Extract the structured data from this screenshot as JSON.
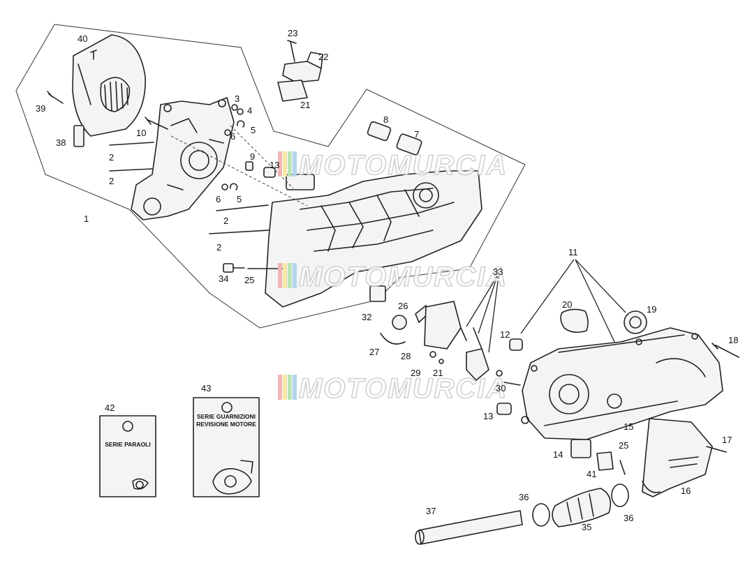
{
  "callouts": [
    {
      "id": "c1",
      "text": "1"
    },
    {
      "id": "c2a",
      "text": "2"
    },
    {
      "id": "c2b",
      "text": "2"
    },
    {
      "id": "c2c",
      "text": "2"
    },
    {
      "id": "c2d",
      "text": "2"
    },
    {
      "id": "c3",
      "text": "3"
    },
    {
      "id": "c4",
      "text": "4"
    },
    {
      "id": "c5a",
      "text": "5"
    },
    {
      "id": "c5b",
      "text": "5"
    },
    {
      "id": "c6a",
      "text": "6"
    },
    {
      "id": "c6b",
      "text": "6"
    },
    {
      "id": "c7",
      "text": "7"
    },
    {
      "id": "c8",
      "text": "8"
    },
    {
      "id": "c9",
      "text": "9"
    },
    {
      "id": "c10",
      "text": "10"
    },
    {
      "id": "c11",
      "text": "11"
    },
    {
      "id": "c12",
      "text": "12"
    },
    {
      "id": "c13a",
      "text": "13"
    },
    {
      "id": "c13b",
      "text": "13"
    },
    {
      "id": "c14",
      "text": "14"
    },
    {
      "id": "c15",
      "text": "15"
    },
    {
      "id": "c16",
      "text": "16"
    },
    {
      "id": "c17",
      "text": "17"
    },
    {
      "id": "c18",
      "text": "18"
    },
    {
      "id": "c19",
      "text": "19"
    },
    {
      "id": "c20",
      "text": "20"
    },
    {
      "id": "c21a",
      "text": "21"
    },
    {
      "id": "c21b",
      "text": "21"
    },
    {
      "id": "c22",
      "text": "22"
    },
    {
      "id": "c23",
      "text": "23"
    },
    {
      "id": "c25a",
      "text": "25"
    },
    {
      "id": "c25b",
      "text": "25"
    },
    {
      "id": "c26",
      "text": "26"
    },
    {
      "id": "c27",
      "text": "27"
    },
    {
      "id": "c28",
      "text": "28"
    },
    {
      "id": "c29",
      "text": "29"
    },
    {
      "id": "c30",
      "text": "30"
    },
    {
      "id": "c32",
      "text": "32"
    },
    {
      "id": "c33",
      "text": "33"
    },
    {
      "id": "c34",
      "text": "34"
    },
    {
      "id": "c35",
      "text": "35"
    },
    {
      "id": "c36a",
      "text": "36"
    },
    {
      "id": "c36b",
      "text": "36"
    },
    {
      "id": "c37",
      "text": "37"
    },
    {
      "id": "c38",
      "text": "38"
    },
    {
      "id": "c39",
      "text": "39"
    },
    {
      "id": "c40",
      "text": "40"
    },
    {
      "id": "c41",
      "text": "41"
    },
    {
      "id": "c42",
      "text": "42"
    },
    {
      "id": "c43",
      "text": "43"
    }
  ],
  "kits": {
    "seals_kit_label": "SERIE PARAOLI",
    "gasket_kit_label_line1": "SERIE GUARNIZIONI",
    "gasket_kit_label_line2": "REVISIONE MOTORE"
  },
  "watermark": {
    "text": "MOTOMURCIA",
    "stripe_colors": [
      "#f2b6b6",
      "#f6e9a6",
      "#b9e3b4",
      "#b4d3ef"
    ]
  }
}
